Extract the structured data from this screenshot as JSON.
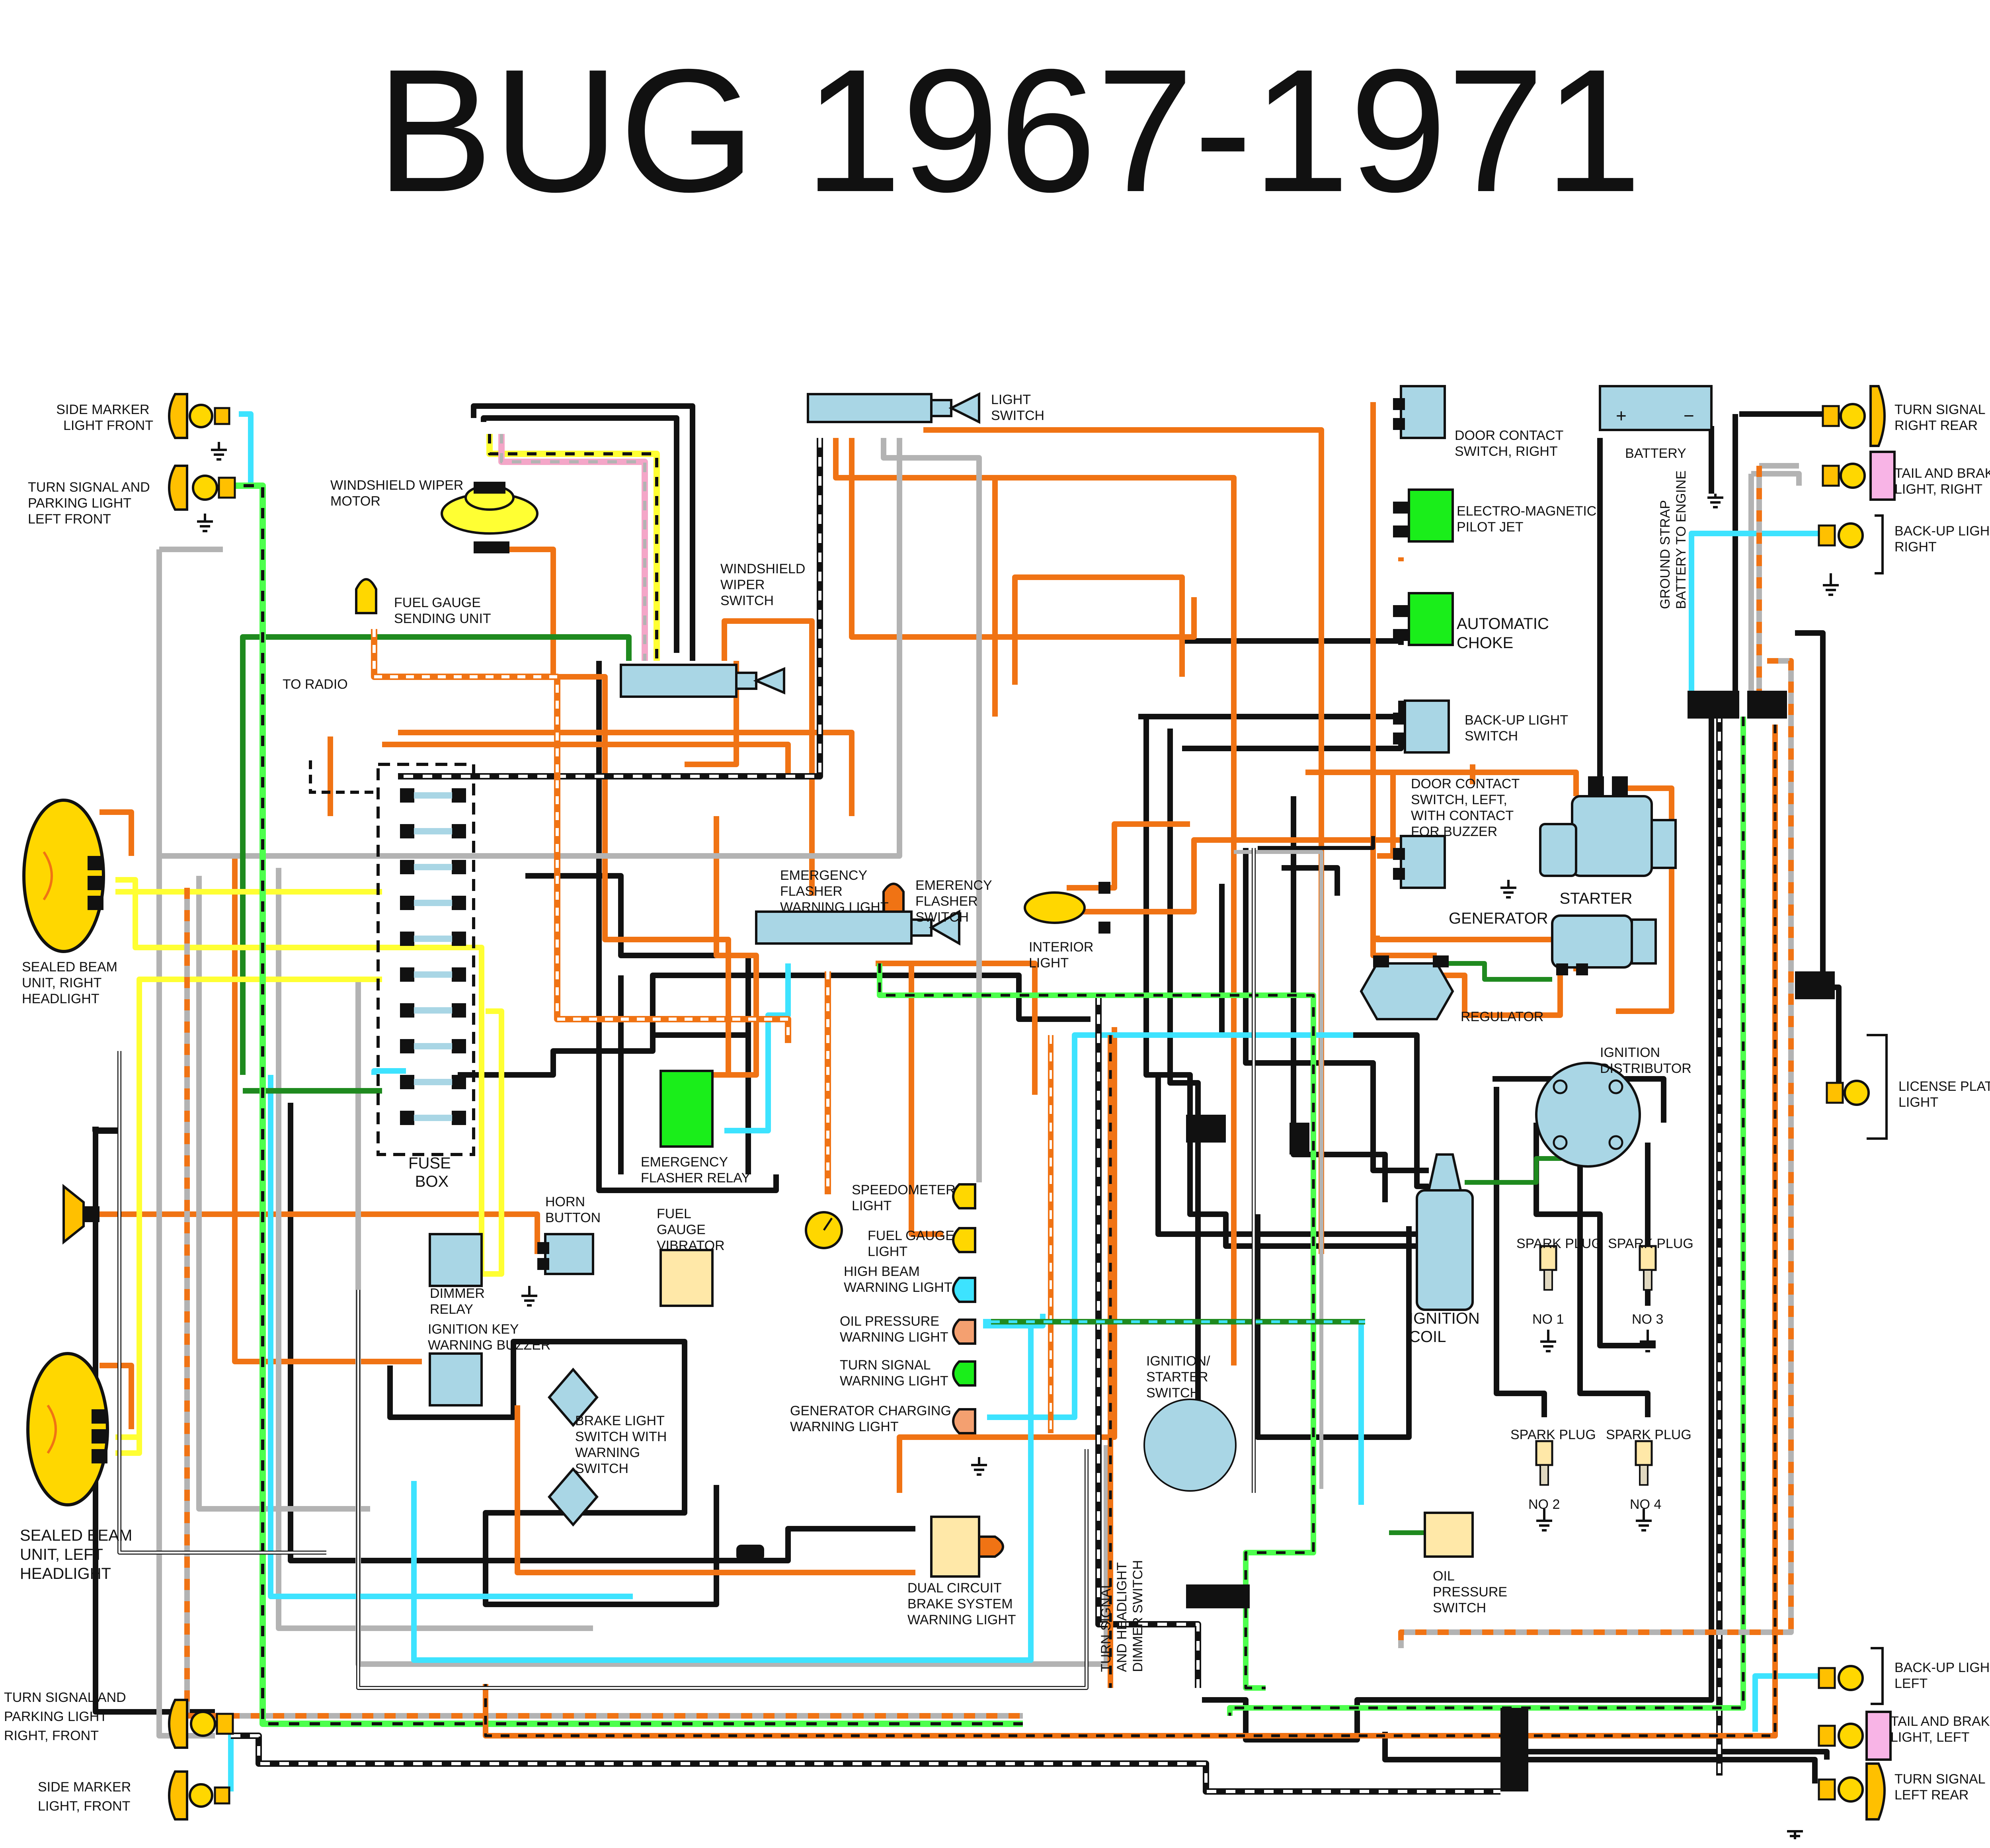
{
  "title": "BUG 1967-1971",
  "colors": {
    "orange": "#f07314",
    "black": "#111111",
    "grey": "#b3b3b3",
    "cyan": "#3de3ff",
    "green": "#1f8a1f",
    "lime": "#4dff4d",
    "yellow": "#ffff33",
    "pink": "#f4a6c8",
    "white": "#ffffff",
    "component_blue": "#a9d6e5",
    "bulb_yellow": "#ffd700",
    "bulb_amber": "#ffc000",
    "lens_pink": "#f8b4e6",
    "relay_green": "#1aee1a",
    "cream": "#ffe8a8"
  },
  "labels": {
    "side_marker_front_top": [
      "SIDE MARKER",
      "LIGHT FRONT"
    ],
    "turn_signal_left_front": [
      "TURN SIGNAL AND",
      "PARKING LIGHT",
      "LEFT FRONT"
    ],
    "wiper_motor": [
      "WINDSHIELD WIPER",
      "MOTOR"
    ],
    "fuel_gauge_sending": [
      "FUEL GAUGE",
      "SENDING UNIT"
    ],
    "to_radio": "TO RADIO",
    "wiper_switch": [
      "WINDSHIELD",
      "WIPER",
      "SWITCH"
    ],
    "light_switch": [
      "LIGHT",
      "SWITCH"
    ],
    "door_contact_right": [
      "DOOR CONTACT",
      "SWITCH, RIGHT"
    ],
    "pilot_jet": [
      "ELECTRO-MAGNETIC",
      "PILOT JET"
    ],
    "auto_choke": [
      "AUTOMATIC",
      "CHOKE"
    ],
    "backup_switch": [
      "BACK-UP LIGHT",
      "SWITCH"
    ],
    "battery": "BATTERY",
    "ground_strap": [
      "GROUND STRAP",
      "BATTERY TO ENGINE"
    ],
    "turn_signal_right_rear": [
      "TURN SIGNAL",
      "RIGHT REAR"
    ],
    "tail_brake_right": [
      "TAIL AND BRAKE",
      "LIGHT, RIGHT"
    ],
    "backup_light_right": [
      "BACK-UP LIGHT,",
      "RIGHT"
    ],
    "door_contact_left": [
      "DOOR CONTACT",
      "SWITCH, LEFT,",
      "WITH CONTACT",
      "FOR BUZZER"
    ],
    "starter": "STARTER",
    "generator": "GENERATOR",
    "regulator": "REGULATOR",
    "interior_light": [
      "INTERIOR",
      "LIGHT"
    ],
    "em_flasher_warning": [
      "EMERGENCY",
      "FLASHER",
      "WARNING LIGHT"
    ],
    "em_flasher_switch": [
      "EMERENCY",
      "FLASHER",
      "SWITCH"
    ],
    "headlight_right": [
      "SEALED BEAM",
      "UNIT, RIGHT",
      "HEADLIGHT"
    ],
    "headlight_left": [
      "SEALED BEAM",
      "UNIT, LEFT",
      "HEADLIGHT"
    ],
    "fuse_box": [
      "FUSE",
      "BOX"
    ],
    "em_flasher_relay": [
      "EMERGENCY",
      "FLASHER RELAY"
    ],
    "horn_button": [
      "HORN",
      "BUTTON"
    ],
    "dimmer_relay": [
      "DIMMER",
      "RELAY"
    ],
    "ignition_buzzer": [
      "IGNITION KEY",
      "WARNING BUZZER"
    ],
    "brake_light_switch": [
      "BRAKE LIGHT",
      "SWITCH WITH",
      "WARNING",
      "SWITCH"
    ],
    "fuel_vibrator": [
      "FUEL",
      "GAUGE",
      "VIBRATOR"
    ],
    "speedometer_light": [
      "SPEEDOMETER",
      "LIGHT"
    ],
    "fuel_gauge_light": [
      "FUEL GAUGE",
      "LIGHT"
    ],
    "high_beam": [
      "HIGH BEAM",
      "WARNING LIGHT"
    ],
    "oil_pressure_warning": [
      "OIL PRESSURE",
      "WARNING LIGHT"
    ],
    "turn_signal_warning": [
      "TURN SIGNAL",
      "WARNING LIGHT"
    ],
    "generator_warning": [
      "GENERATOR CHARGING",
      "WARNING LIGHT"
    ],
    "dual_circuit": [
      "DUAL CIRCUIT",
      "BRAKE SYSTEM",
      "WARNING LIGHT"
    ],
    "ignition_starter_switch": [
      "IGNITION/",
      "STARTER",
      "SWITCH"
    ],
    "ignition_distributor": [
      "IGNITION",
      "DISTRIBUTOR"
    ],
    "ignition_coil": [
      "IGNITION",
      "COIL"
    ],
    "spark_plug": "SPARK PLUG",
    "plug_no_1": "NO 1",
    "plug_no_2": "NO 2",
    "plug_no_3": "NO 3",
    "plug_no_4": "NO 4",
    "oil_pressure_switch": [
      "OIL",
      "PRESSURE",
      "SWITCH"
    ],
    "dimmer_switch": [
      "TURN SIGNAL",
      "AND HEADLIGHT",
      "DIMMER SWITCH"
    ],
    "license_plate": [
      "LICENSE PLATE",
      "LIGHT"
    ],
    "backup_light_left": [
      "BACK-UP LIGHT",
      "LEFT"
    ],
    "tail_brake_left": [
      "TAIL AND BRAKE",
      "LIGHT, LEFT"
    ],
    "turn_signal_left_rear": [
      "TURN SIGNAL",
      "LEFT REAR"
    ],
    "turn_signal_right_front": [
      "TURN SIGNAL AND",
      "PARKING LIGHT",
      "RIGHT, FRONT"
    ],
    "side_marker_front_bottom": [
      "SIDE MARKER",
      "LIGHT, FRONT"
    ]
  }
}
